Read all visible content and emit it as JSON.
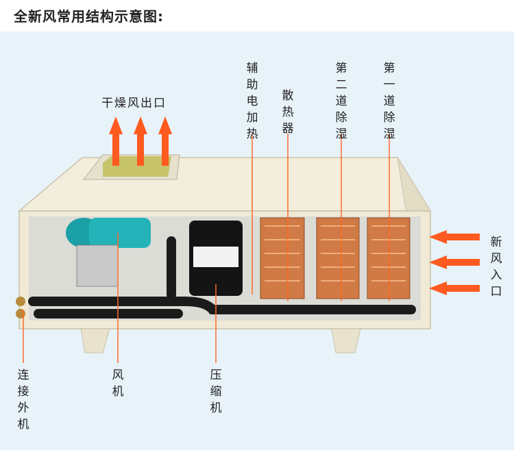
{
  "title": "全新风常用结构示意图:",
  "labels": {
    "outlet": "干燥风出口",
    "aux_heater": "辅助电加热",
    "radiator": "散热器",
    "dehum2": "第二道除湿",
    "dehum1": "第一道除湿",
    "inlet": "新风入口",
    "connect": "连接外机",
    "fan": "风机",
    "compressor": "压缩机"
  },
  "colors": {
    "arrow": "#ff5a1f",
    "housing": "#efe9d6",
    "copper": "#c9723e"
  }
}
